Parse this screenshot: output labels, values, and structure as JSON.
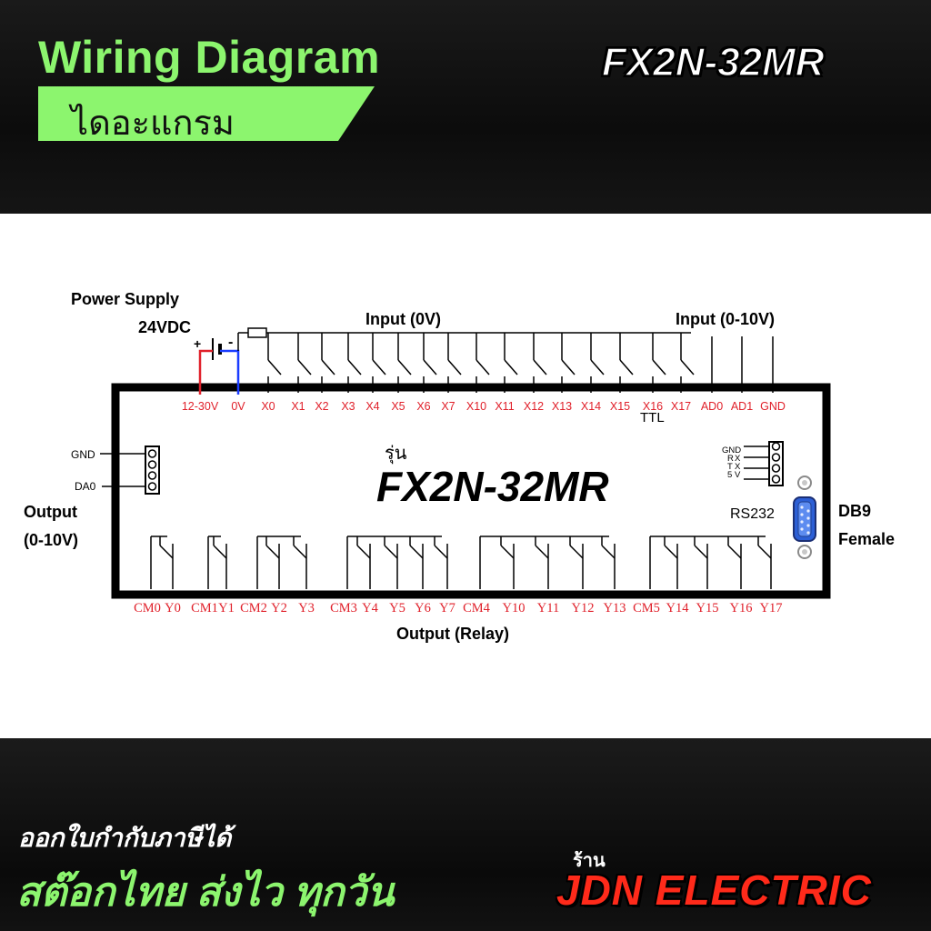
{
  "header": {
    "title": "Wiring Diagram",
    "subtitle": "ไดอะแกรม",
    "model": "FX2N-32MR"
  },
  "diagram": {
    "power_supply_label": "Power Supply",
    "power_voltage_label": "24VDC",
    "plus_sign": "+",
    "minus_sign": "-",
    "input_0v_label": "Input (0V)",
    "input_0_10v_label": "Input (0-10V)",
    "top_terminals": [
      "12-30V",
      "0V",
      "X0",
      "X1",
      "X2",
      "X3",
      "X4",
      "X5",
      "X6",
      "X7",
      "X10",
      "X11",
      "X12",
      "X13",
      "X14",
      "X15",
      "X16",
      "X17",
      "AD0",
      "AD1",
      "GND"
    ],
    "ttl_label": "TTL",
    "left_terminals": [
      "GND",
      "DA0"
    ],
    "output_analog_label_line1": "Output",
    "output_analog_label_line2": "(0-10V)",
    "model_prefix": "รุ่น",
    "model_name": "FX2N-32MR",
    "serial_pins": [
      "GND",
      "R",
      "X",
      "T",
      "X",
      "5",
      "V"
    ],
    "rs232_label": "RS232",
    "db9_label_line1": "DB9",
    "db9_label_line2": "Female",
    "bottom_terminals": [
      "CM0",
      "Y0",
      "CM1",
      "Y1",
      "CM2",
      "Y2",
      "Y3",
      "CM3",
      "Y4",
      "Y5",
      "Y6",
      "Y7",
      "CM4",
      "Y10",
      "Y11",
      "Y12",
      "Y13",
      "CM5",
      "Y14",
      "Y15",
      "Y16",
      "Y17"
    ],
    "output_relay_label": "Output (Relay)"
  },
  "footer": {
    "line1": "ออกใบกำกับภาษีได้",
    "line2": "สต๊อกไทย ส่งไว ทุกวัน",
    "shop_label": "ร้าน",
    "shop_name": "JDN ELECTRIC"
  },
  "colors": {
    "accent_green": "#8cf56e",
    "terminal_red": "#e0202a",
    "shop_red": "#ff2a1a",
    "wire_blue": "#1a3cff"
  }
}
